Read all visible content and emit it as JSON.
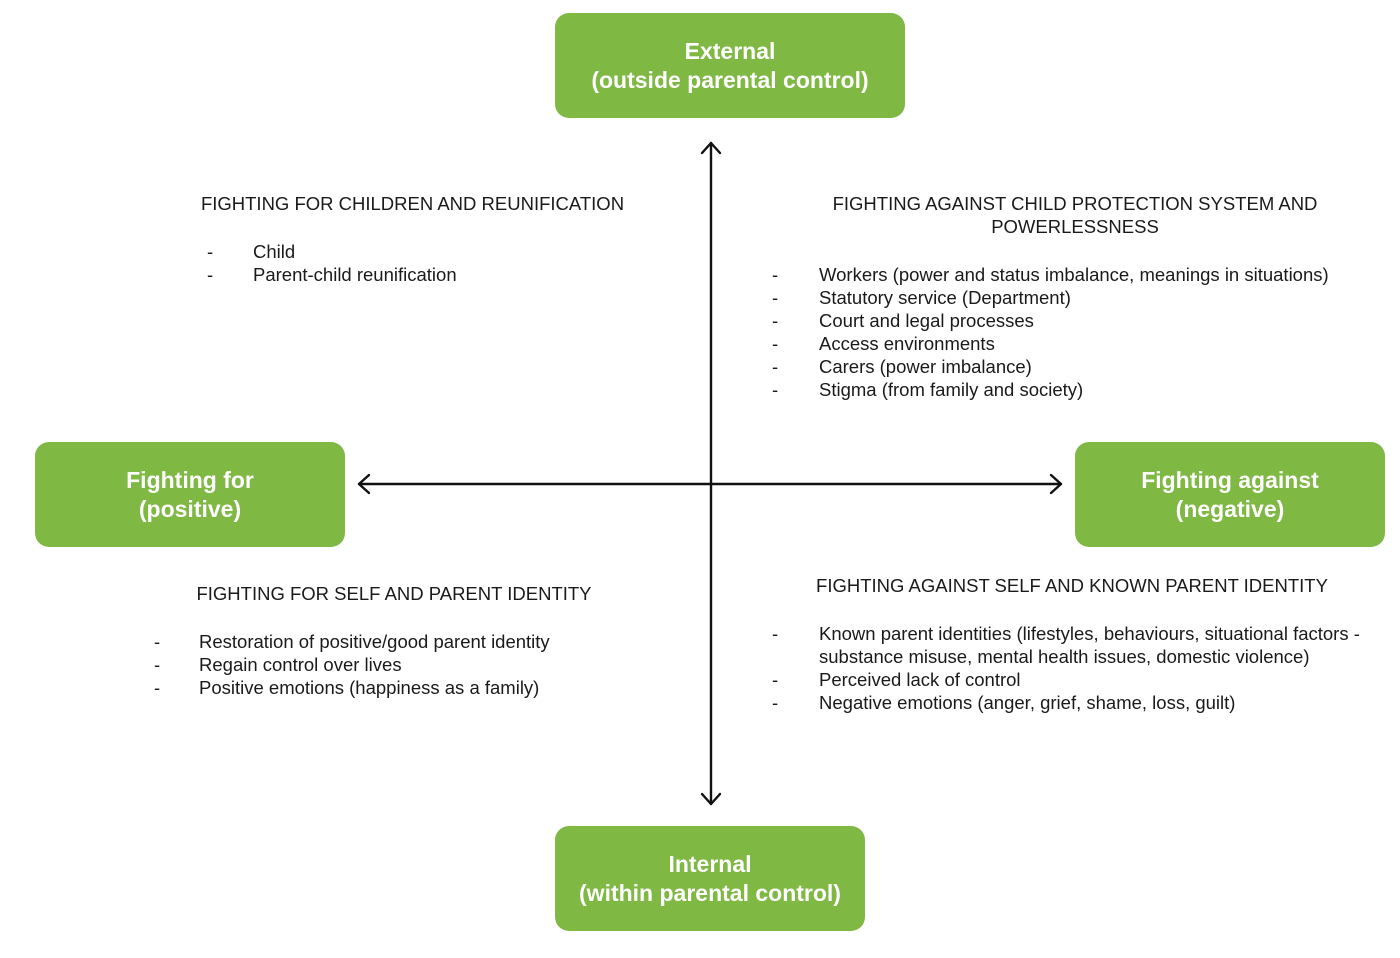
{
  "axes": {
    "top": {
      "line1": "External",
      "line2": "(outside parental control)"
    },
    "bottom": {
      "line1": "Internal",
      "line2": "(within parental control)"
    },
    "left": {
      "line1": "Fighting for",
      "line2": "(positive)"
    },
    "right": {
      "line1": "Fighting against",
      "line2": "(negative)"
    }
  },
  "quadrants": {
    "top_left": {
      "title": "FIGHTING FOR CHILDREN AND REUNIFICATION",
      "items": [
        "Child",
        "Parent-child reunification"
      ]
    },
    "top_right": {
      "title": "FIGHTING AGAINST CHILD PROTECTION SYSTEM AND POWERLESSNESS",
      "items": [
        "Workers (power and status imbalance, meanings in situations)",
        "Statutory service (Department)",
        "Court and legal processes",
        "Access environments",
        "Carers (power imbalance)",
        "Stigma (from family and society)"
      ]
    },
    "bottom_left": {
      "title": "FIGHTING FOR SELF AND PARENT IDENTITY",
      "items": [
        "Restoration of positive/good parent identity",
        "Regain control over lives",
        "Positive emotions (happiness as a family)"
      ]
    },
    "bottom_right": {
      "title": "FIGHTING AGAINST SELF AND KNOWN PARENT IDENTITY",
      "items": [
        "Known parent identities (lifestyles, behaviours, situational factors - substance misuse, mental health issues, domestic violence)",
        "Perceived lack of control",
        "Negative emotions (anger, grief, shame, loss, guilt)"
      ]
    }
  },
  "bullet_marker": "-",
  "colors": {
    "box_fill": "#7fb843",
    "box_text": "#ffffff",
    "text": "#1a1a1a",
    "axis_line": "#111111"
  }
}
